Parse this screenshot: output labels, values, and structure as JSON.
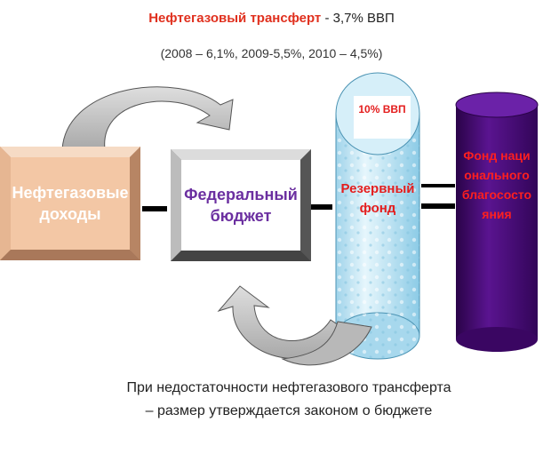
{
  "title": {
    "highlight": "Нефтегазовый трансферт",
    "rest": " - 3,7% ВВП"
  },
  "subtitle": "(2008 – 6,1%, 2009-5,5%, 2010 – 4,5%)",
  "nodes": {
    "oil_gas_revenue": "Нефтегазовые доходы",
    "federal_budget": "Федеральный бюджет",
    "reserve_fund_cap": "10% ВВП",
    "reserve_fund": "Резервный фонд",
    "welfare_fund": "Фонд национального благосостояния"
  },
  "note": "При недостаточности нефтегазового трансферта – размер утверждается законом о бюджете",
  "colors": {
    "title_red": "#e0301e",
    "oil_box": "#f3c7a5",
    "oil_text": "#ffffff",
    "budget_text": "#6b2fa0",
    "reserve_cylinder": "#bfe4f2",
    "reserve_text": "#e41d1d",
    "welfare_cylinder": "#4a0a7a",
    "welfare_text": "#ff1f1f",
    "arrow_gray": "#c8c8c8"
  }
}
